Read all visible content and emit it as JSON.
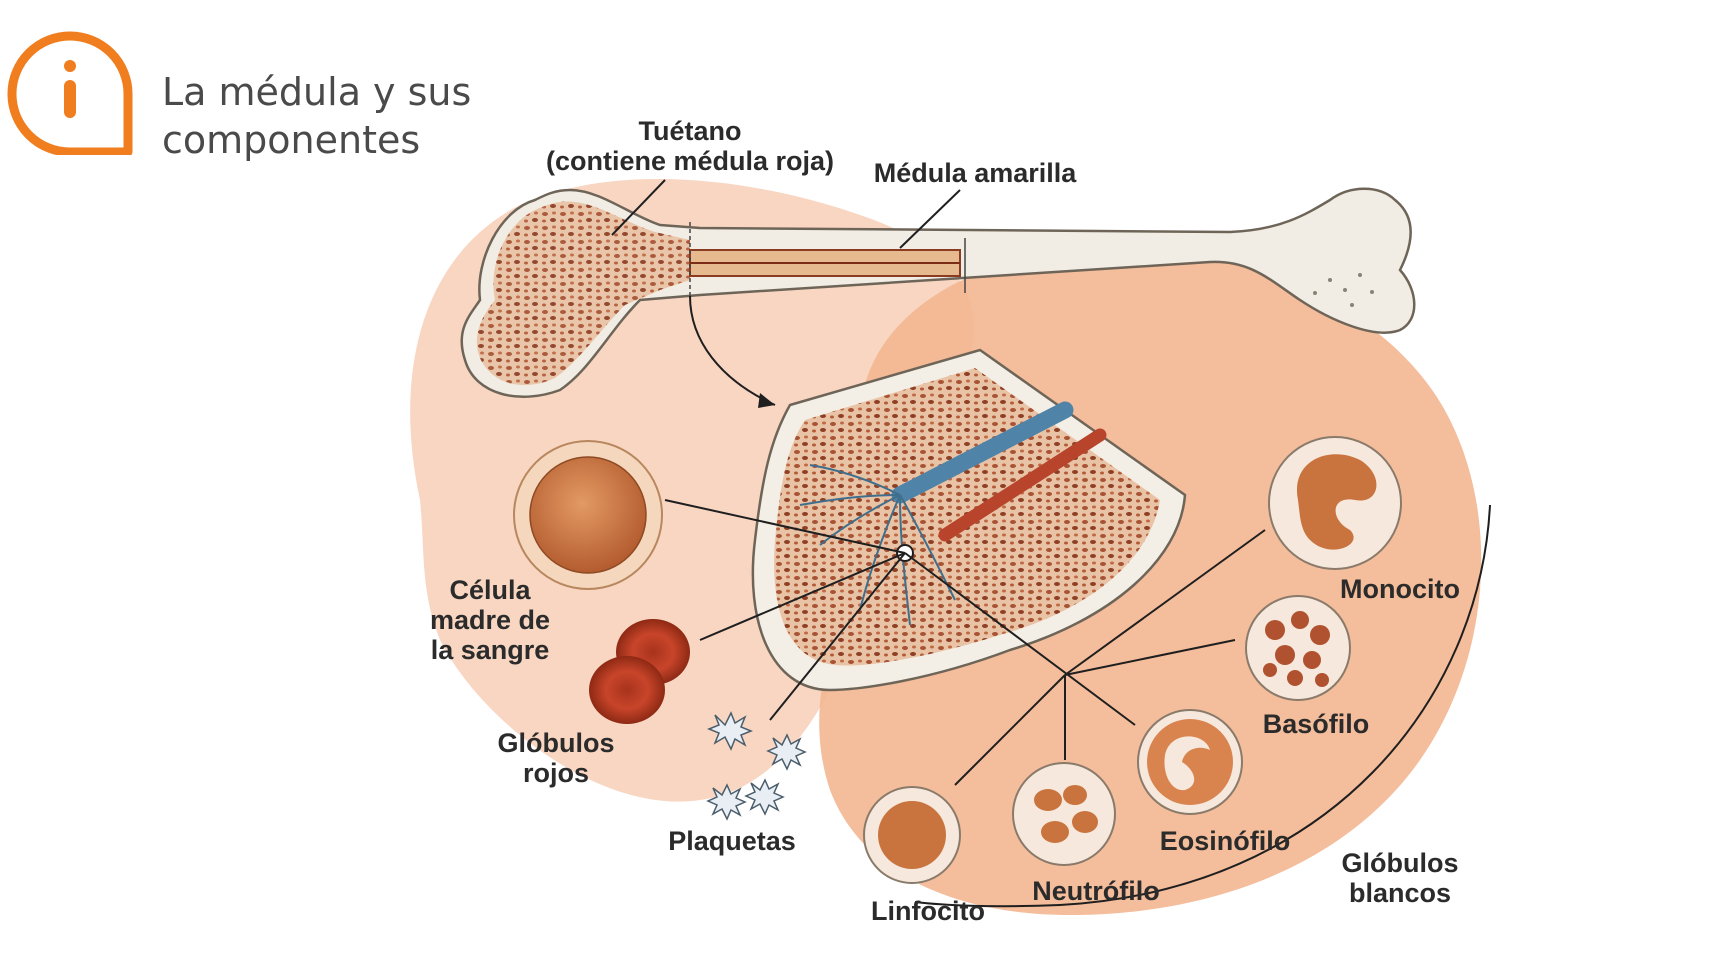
{
  "header": {
    "icon": "info-icon",
    "accent_color": "#f07d1e",
    "title_line1": "La médula y sus",
    "title_line2": "componentes"
  },
  "labels": {
    "tuetano_line1": "Tuétano",
    "tuetano_line2": "(contiene médula roja)",
    "medula_amarilla": "Médula amarilla",
    "celula_line1": "Célula",
    "celula_line2": "madre de",
    "celula_line3": "la sangre",
    "globulos_rojos_line1": "Glóbulos",
    "globulos_rojos_line2": "rojos",
    "plaquetas": "Plaquetas",
    "monocito": "Monocito",
    "basofilo": "Basófilo",
    "eosinofilo": "Eosinófilo",
    "neutrofilo": "Neutrófilo",
    "linfocito": "Linfocito",
    "globulos_blancos_line1": "Glóbulos",
    "globulos_blancos_line2": "blancos"
  },
  "colors": {
    "background_blob_light": "#f8d6c2",
    "background_blob_dark": "#f3b792",
    "bone": "#f1ede4",
    "marrow": "#9c4a2b",
    "artery": "#b8442c",
    "vein": "#4f83a8",
    "cell": "#d88a55"
  }
}
